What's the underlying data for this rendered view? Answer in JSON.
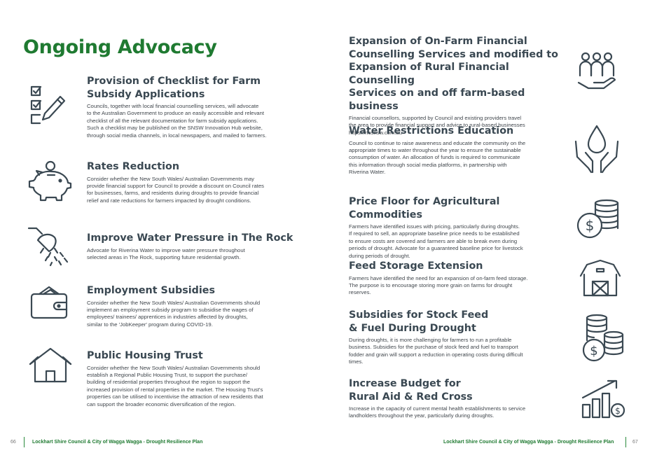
{
  "page_title": "Ongoing Advocacy",
  "left_items": [
    {
      "icon": "checklist-pen-icon",
      "title": "Provision of Checklist for Farm Subsidy Applications",
      "lines": [
        "Councils, together with local financial counselling services, will advocate",
        "to the Australian Government to produce an easily accessible and relevant",
        "checklist of all the relevant documentation for farm subsidy applications.",
        "Such a checklist may be published on the SNSW Innovation Hub website,",
        "through social media channels, in local newspapers, and mailed to farmers."
      ]
    },
    {
      "icon": "piggy-bank-icon",
      "title": "Rates Reduction",
      "lines": [
        "Consider whether the New South Wales/ Australian Governments may",
        "provide financial support for Council to provide a discount on Council rates",
        "for businesses, farms, and residents during droughts to provide financial",
        "relief and rate reductions for farmers impacted by drought conditions."
      ]
    },
    {
      "icon": "shower-head-icon",
      "title": "Improve Water Pressure in The Rock",
      "lines": [
        "Advocate for Riverina Water to improve water pressure throughout",
        "selected areas in The Rock, supporting future residential growth."
      ]
    },
    {
      "icon": "wallet-icon",
      "title": "Employment Subsidies",
      "lines": [
        "Consider whether the New South Wales/ Australian Governments should",
        "implement an employment subsidy program to subsidise the wages of",
        "employees/ trainees/ apprentices in industries affected by droughts,",
        "similar to the 'JobKeeper' program during COVID-19."
      ]
    },
    {
      "icon": "houses-icon",
      "title": "Public Housing Trust",
      "lines": [
        "Consider whether the New South Wales/ Australian Governments should",
        "establish a Regional Public Housing Trust, to support the purchase/",
        "building of residential properties throughout the region to support the",
        "increased provision of rental properties in the market. The Housing Trust's",
        "properties can be utilised to incentivise the attraction of new residents that",
        "can support the broader economic diversification of the region."
      ]
    }
  ],
  "right_items": [
    {
      "icon": "people-hand-icon",
      "title_lines": [
        "Expansion of On-Farm Financial",
        "Counselling Services and modified to",
        "Expansion of Rural Financial Counselling",
        "Services on and off farm-based business"
      ],
      "lines": [
        "Financial counsellors, supported by Council and existing providers travel",
        "the area to provide financial support and advice to rural-based businesses",
        "https://rfcsnsw.com.au"
      ]
    },
    {
      "icon": "water-drop-hands-icon",
      "title_lines": [
        "Water Restrictions Education"
      ],
      "lines": [
        "Council to continue to raise awareness and educate the community on the",
        "appropriate times to water throughout the year to ensure the sustainable",
        "consumption of water. An allocation of funds is required to communicate",
        "this information through social media platforms, in partnership with",
        "Riverina Water."
      ]
    },
    {
      "icon": "coins-dollar-icon",
      "title_lines": [
        "Price Floor for Agricultural Commodities"
      ],
      "lines": [
        "Farmers have identified issues with pricing, particularly during droughts.",
        "If required to sell, an appropriate baseline price needs to be established",
        "to ensure costs are covered and farmers are able to break even during",
        "periods of drought. Advocate for a guaranteed baseline price for livestock",
        "during periods of drought."
      ]
    },
    {
      "icon": "barn-icon",
      "title_lines": [
        "Feed Storage Extension"
      ],
      "lines": [
        "Farmers have identified the need for an expansion of on-farm feed storage.",
        "The purpose is to encourage storing more grain on farms for drought",
        "reserves."
      ]
    },
    {
      "icon": "coin-stacks-icon",
      "title_lines": [
        "Subsidies for Stock Feed",
        "& Fuel During Drought"
      ],
      "lines": [
        "During droughts, it is more challenging for farmers to run a profitable",
        "business. Subsidies for the purchase of stock feed and fuel to transport",
        "fodder and grain will support a reduction in operating costs during difficult",
        "times."
      ]
    },
    {
      "icon": "growth-chart-icon",
      "title_lines": [
        "Increase Budget for",
        "Rural Aid & Red Cross"
      ],
      "lines": [
        "Increase in the capacity of current mental health establishments to service",
        "landholders throughout the year, particularly during droughts."
      ]
    }
  ],
  "footer": {
    "left_page": "66",
    "left_text": "Lockhart Shire Council & City of Wagga Wagga - Drought Resilience Plan",
    "right_text": "Lockhart Shire Council & City of Wagga Wagga - Drought Resilience Plan",
    "right_page": "67"
  }
}
